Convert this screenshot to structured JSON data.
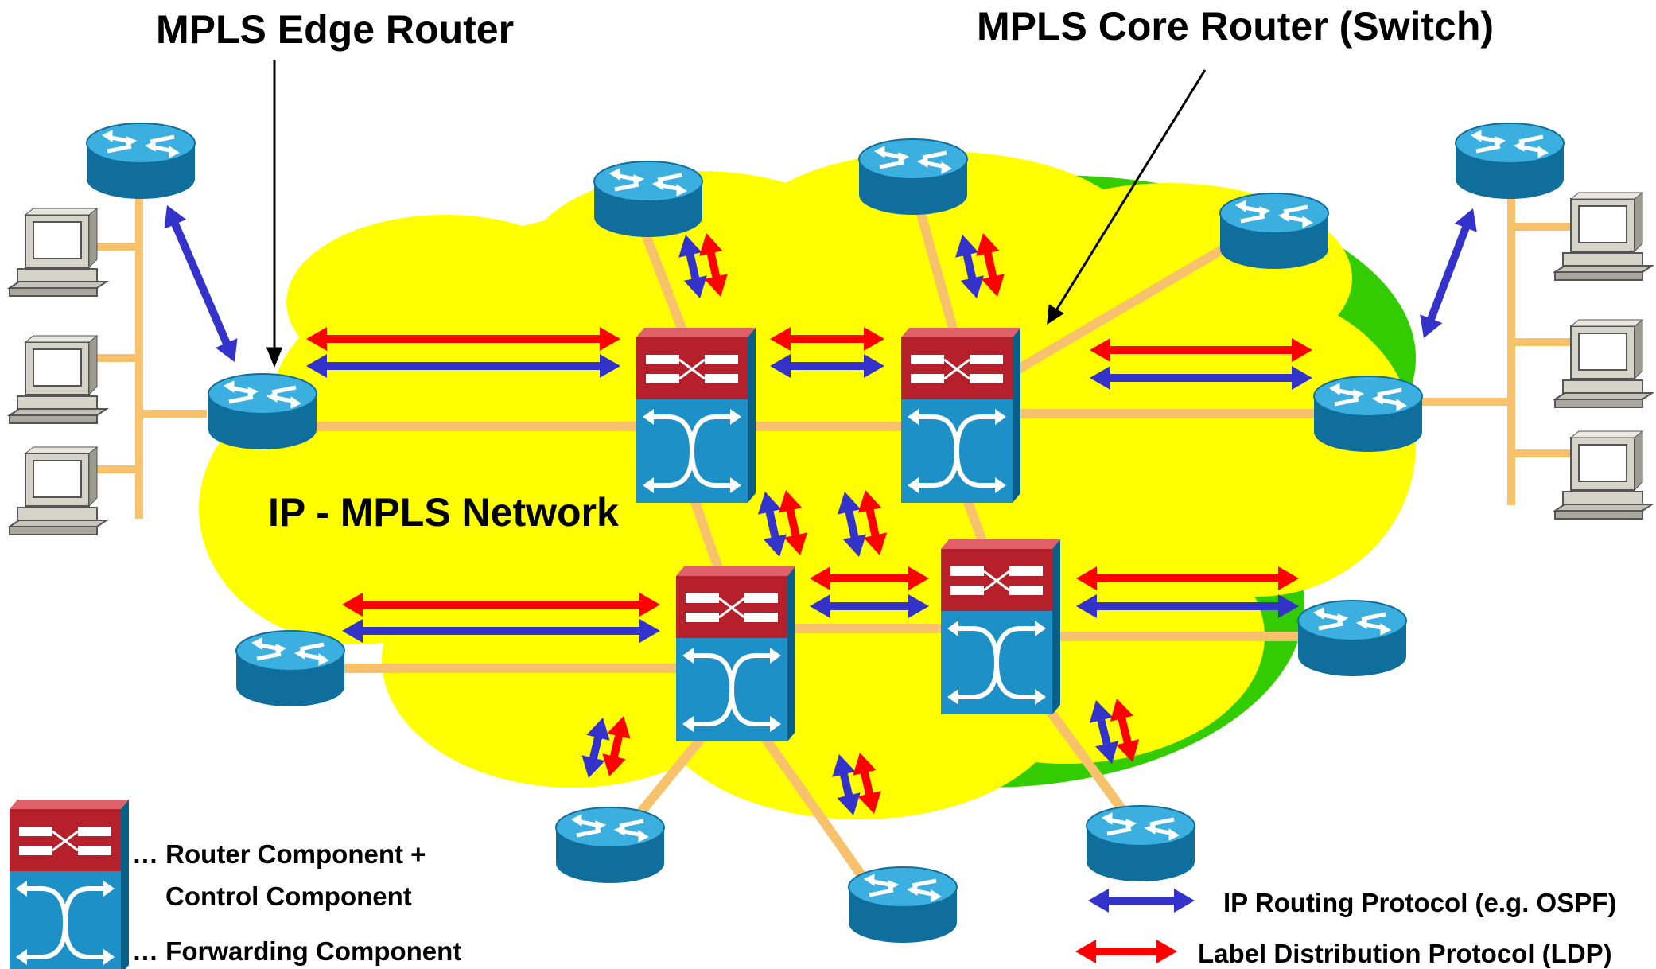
{
  "labels": {
    "edge_router": "MPLS Edge Router",
    "core_router": "MPLS Core Router (Switch)",
    "network": "IP - MPLS Network"
  },
  "legend": {
    "router_component_line1": "… Router Component +",
    "router_component_line2": "Control Component",
    "forwarding_component": "… Forwarding Component",
    "ip_routing_protocol": "IP Routing Protocol (e.g. OSPF)",
    "label_distribution_protocol": "Label Distribution Protocol (LDP)"
  },
  "colors": {
    "cloud_fill": "#ffff00",
    "cloud_shadow": "#33cc00",
    "link": "#f7c26b",
    "router_blue": "#1e90c8",
    "switch_red": "#b5202a",
    "switch_blue": "#1e90c8",
    "ip_arrow": "#3333cc",
    "ldp_arrow": "#ff0000",
    "computer": "#d4d4c8"
  },
  "icons": {
    "router": "router-icon",
    "core_switch": "mpls-switch-icon",
    "computer": "computer-icon"
  }
}
